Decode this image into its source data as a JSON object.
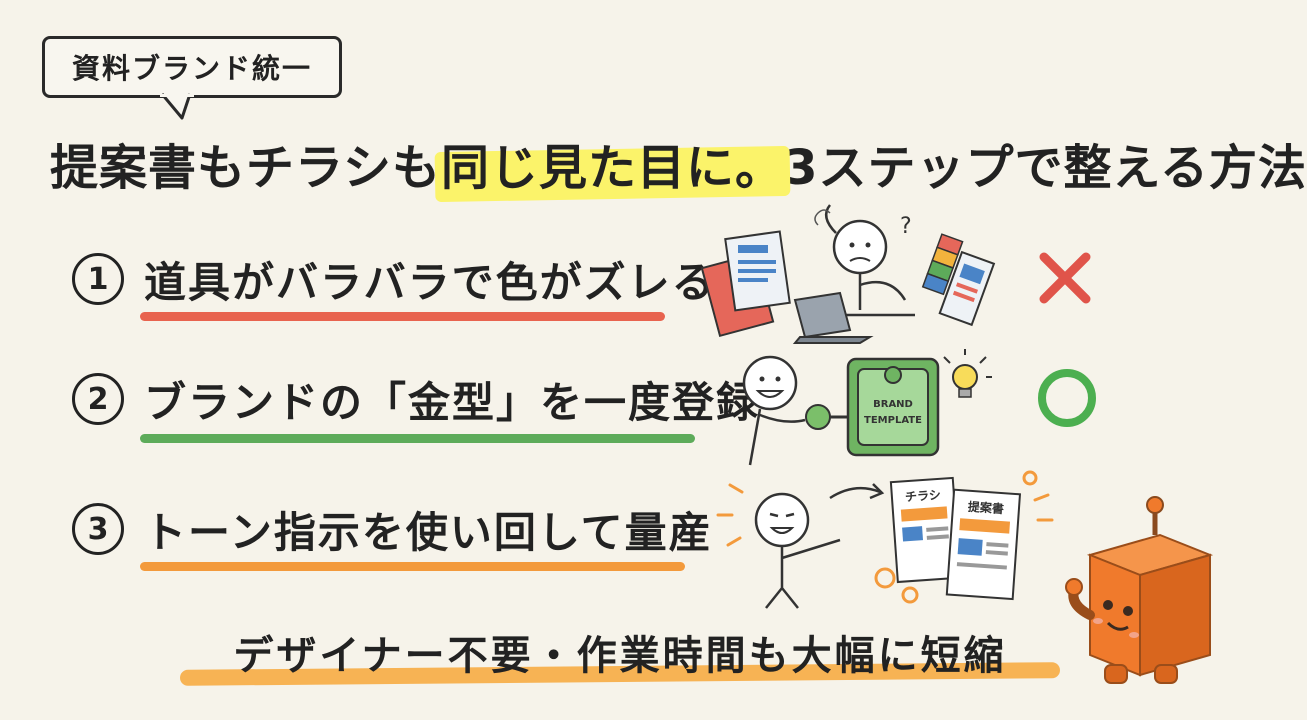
{
  "tag": {
    "label": "資料ブランド統一"
  },
  "title": {
    "part1": "提案書もチラシも",
    "highlight": "同じ見た目に。",
    "part2": "3ステップで整える方法"
  },
  "steps": [
    {
      "number": "1",
      "text": "道具がバラバラで色がズレる",
      "mark": "cross-icon",
      "underline_color": "#e8634f"
    },
    {
      "number": "2",
      "text": "ブランドの「金型」を一度登録",
      "mark": "circle-ok-icon",
      "underline_color": "#5dab5a"
    },
    {
      "number": "3",
      "text": "トーン指示を使い回して量産",
      "mark": "none",
      "underline_color": "#f39a3c"
    }
  ],
  "illustrations": {
    "template_label_line1": "BRAND",
    "template_label_line2": "TEMPLATE",
    "flyer_label": "チラシ",
    "proposal_label": "提案書"
  },
  "footer": {
    "text": "デザイナー不要・作業時間も大幅に短縮"
  },
  "colors": {
    "cross": "#e0544a",
    "circle": "#4caf50",
    "highlight": "#fbf36a",
    "mascot": "#f07a2c"
  }
}
